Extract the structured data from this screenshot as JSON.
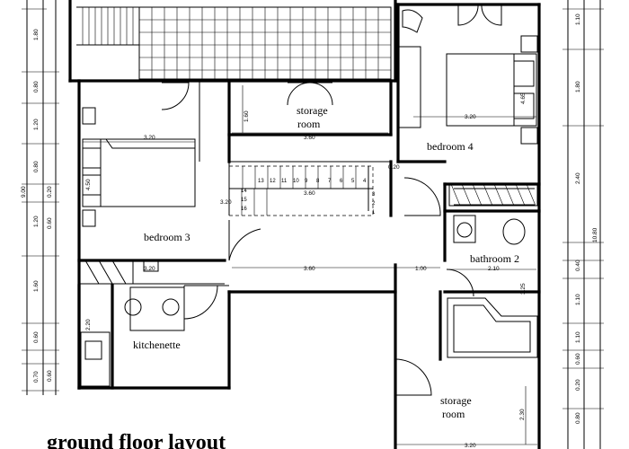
{
  "title": "ground floor layout",
  "rooms": {
    "storage_top": [
      "storage",
      "room"
    ],
    "bedroom4": "bedroom 4",
    "bedroom3": "bedroom 3",
    "bathroom2": "bathroom 2",
    "kitchenette": "kitchenette",
    "storage_bottom": [
      "storage",
      "room"
    ]
  },
  "dimensions": {
    "left_outer": [
      "0.70",
      "0.60",
      "2.20",
      "1.60",
      "1.20",
      "9.00",
      "0.80",
      "1.20",
      "0.80",
      "1.80"
    ],
    "left_inner": [
      "4.50",
      "0.20"
    ],
    "right_outer": [
      "1.10",
      "1.80",
      "2.40",
      "0.40",
      "1.10",
      "1.10",
      "0.60",
      "0.20",
      "0.80"
    ],
    "right_total": "10.80",
    "bedroom3_width": "3.20",
    "storage_top_width": "3.60",
    "storage_top_height": "1.60",
    "bedroom4_width": "3.20",
    "bedroom4_closet": "4.65",
    "stair_width": "3.60",
    "stair_side": "3.20",
    "corridor_left": "3.60",
    "corridor_mid": "1.00",
    "corridor_right": "2.10",
    "bath_depth": "3.25",
    "kitchen_width": "3.20",
    "kitchen_height": "2.20",
    "storage_bottom_height": "2.30",
    "storage_bottom_width": "3.20",
    "landing": "0.20"
  },
  "stairs": {
    "upper_run": [
      "13",
      "12",
      "11",
      "10",
      "9",
      "8",
      "7",
      "6",
      "5",
      "4"
    ],
    "lower_run": [
      "14",
      "15",
      "16"
    ],
    "turn": [
      "3",
      "2",
      "1"
    ]
  }
}
